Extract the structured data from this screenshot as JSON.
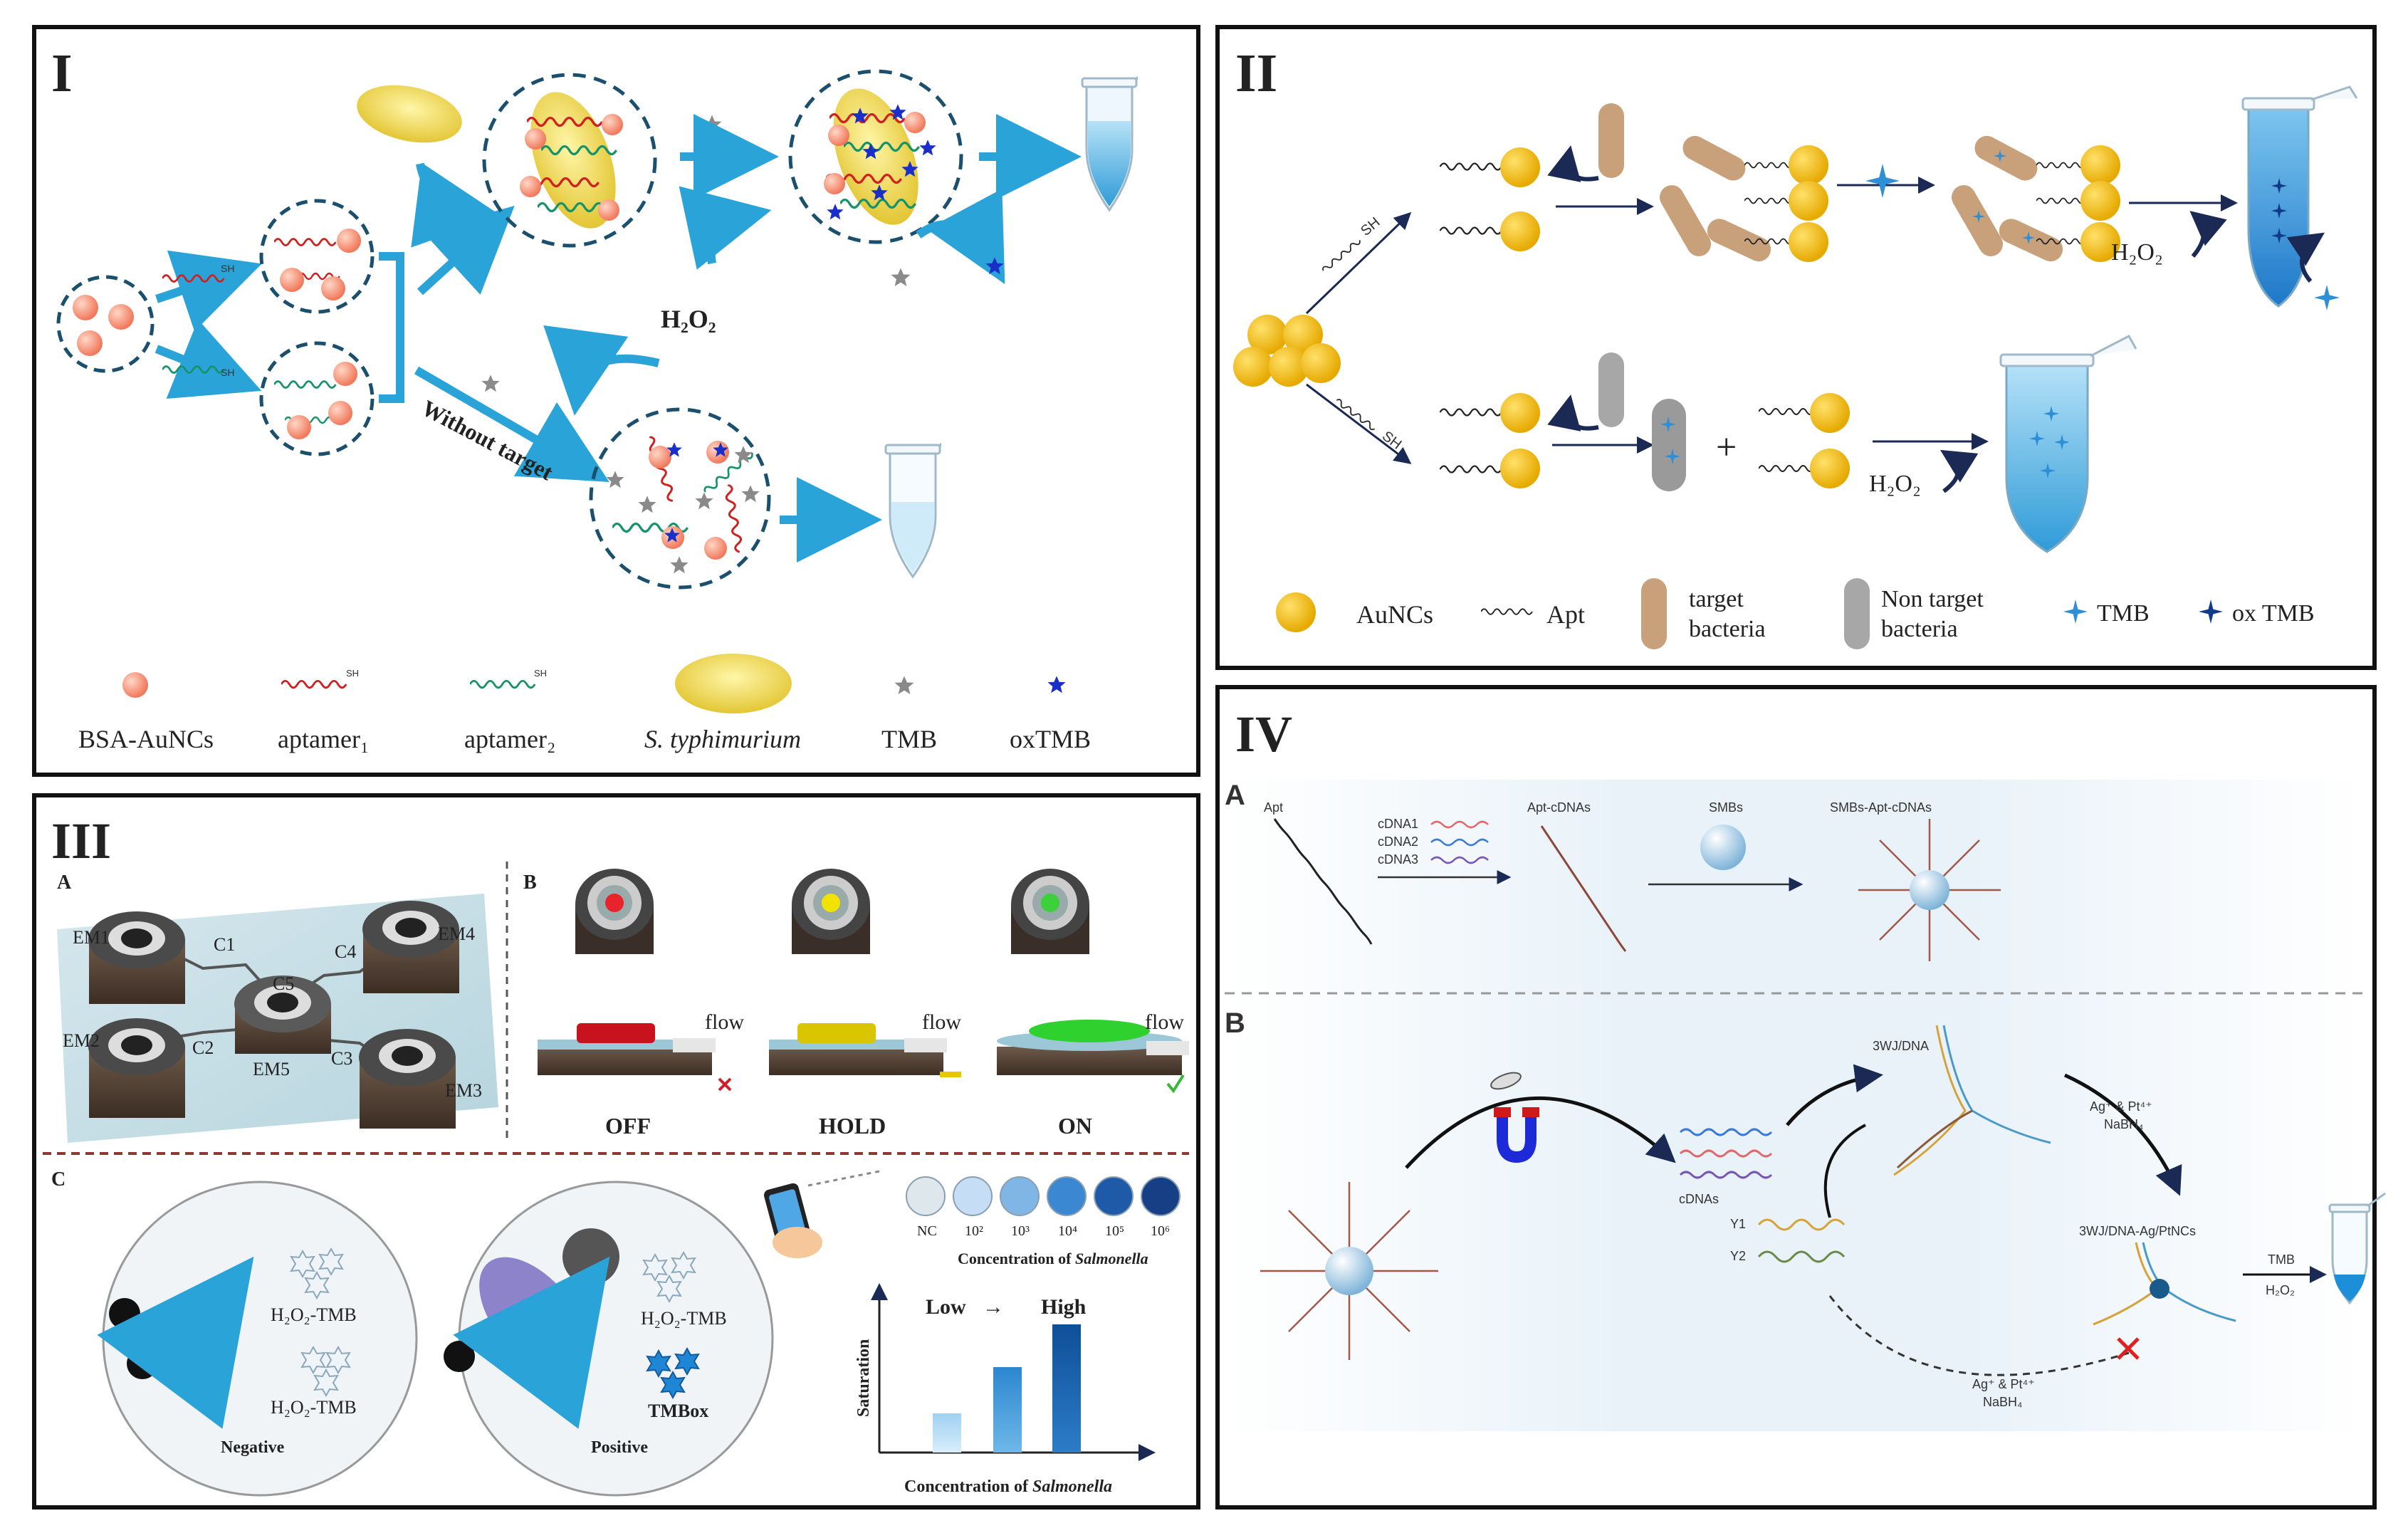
{
  "panel1": {
    "label": "I",
    "h2o2": "H₂O₂",
    "without_target": "Without target",
    "legend": [
      "BSA-AuNCs",
      "aptamer₁",
      "aptamer₂",
      "S. typhimurium",
      "TMB",
      "oxTMB"
    ],
    "sh": "SH"
  },
  "panel2": {
    "label": "II",
    "sh": "SH",
    "h2o2_top": "H₂O₂",
    "h2o2_bottom": "H₂O₂",
    "plus": "+",
    "legend": {
      "auncs": "AuNCs",
      "apt": "Apt",
      "target_1": "target",
      "target_2": "bacteria",
      "nontarget_1": "Non target",
      "nontarget_2": "bacteria",
      "tmb": "TMB",
      "oxtmb": "ox TMB"
    }
  },
  "panel3": {
    "label": "III",
    "sub_a": "A",
    "sub_b": "B",
    "sub_c": "C",
    "chip_labels": [
      "EM1",
      "C1",
      "C5",
      "C4",
      "EM4",
      "EM2",
      "C2",
      "EM5",
      "C3",
      "EM3"
    ],
    "flow": "flow",
    "states": [
      "OFF",
      "HOLD",
      "ON"
    ],
    "state_colors": [
      "#b01820",
      "#e6c800",
      "#2fb52f"
    ],
    "h2o2tmb": "H₂O₂-TMB",
    "tmbox": "TMBox",
    "negative": "Negative",
    "positive": "Positive",
    "scale_labels": [
      "NC",
      "10²",
      "10³",
      "10⁴",
      "10⁵",
      "10⁶"
    ],
    "scale_colors": [
      "#dde7ec",
      "#c6def5",
      "#7fb6e6",
      "#3b87d2",
      "#1e5aa8",
      "#163f86"
    ],
    "concentration_of": "Concentration of",
    "salmonella": "Salmonella",
    "low": "Low",
    "arrow": "→",
    "high": "High",
    "saturation": "Saturation"
  },
  "panel4": {
    "label": "IV",
    "sub_a": "A",
    "sub_b": "B",
    "apt": "Apt",
    "cdna": [
      "cDNA1",
      "cDNA2",
      "cDNA3"
    ],
    "apt_cdnas": "Apt-cDNAs",
    "smbs": "SMBs",
    "smbs_apt_cdnas": "SMBs-Apt-cDNAs",
    "cdnas": "cDNAs",
    "threewj": "3WJ/DNA",
    "ag_pt": "Ag⁺ & Pt⁴⁺",
    "nabh4": "NaBH₄",
    "y1": "Y1",
    "y2": "Y2",
    "threewj_ag": "3WJ/DNA-Ag/PtNCs",
    "tmb": "TMB",
    "h2o2": "H₂O₂"
  }
}
